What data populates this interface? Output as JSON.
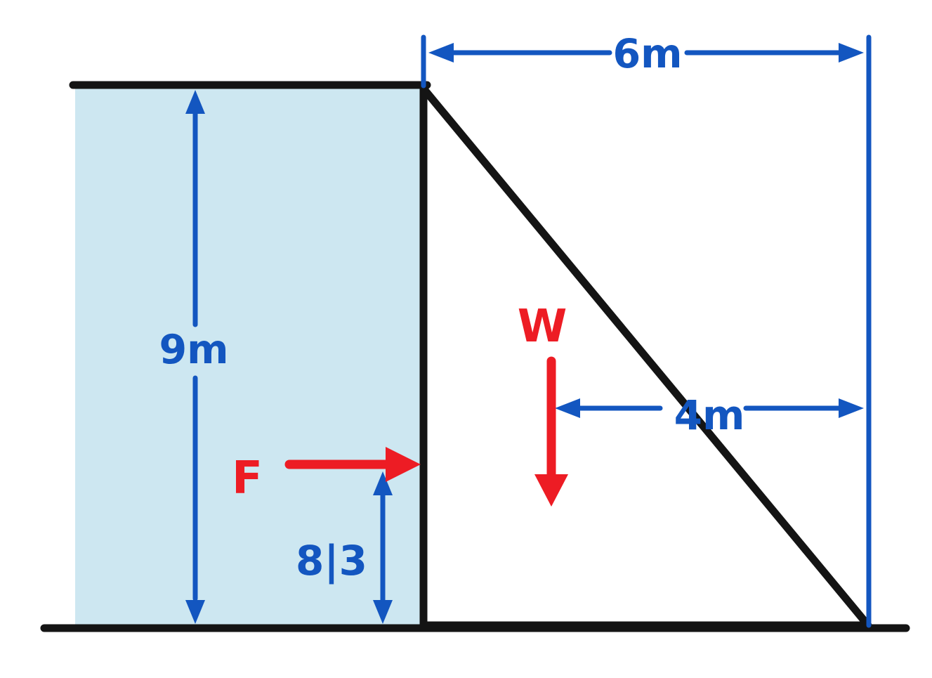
{
  "diagram": {
    "labels": {
      "water_depth": "9m",
      "dam_top_width": "6m",
      "weight_offset": "4m",
      "force_height": "8|3",
      "hydrostatic_force": "F",
      "dam_weight": "W"
    }
  },
  "colors": {
    "background": "#ffffff",
    "water_fill": "#cde7f1",
    "dam_fill": "#a6917e",
    "outline_black": "#141414",
    "dimension_blue": "#1356c0",
    "force_red": "#ed1c24"
  }
}
